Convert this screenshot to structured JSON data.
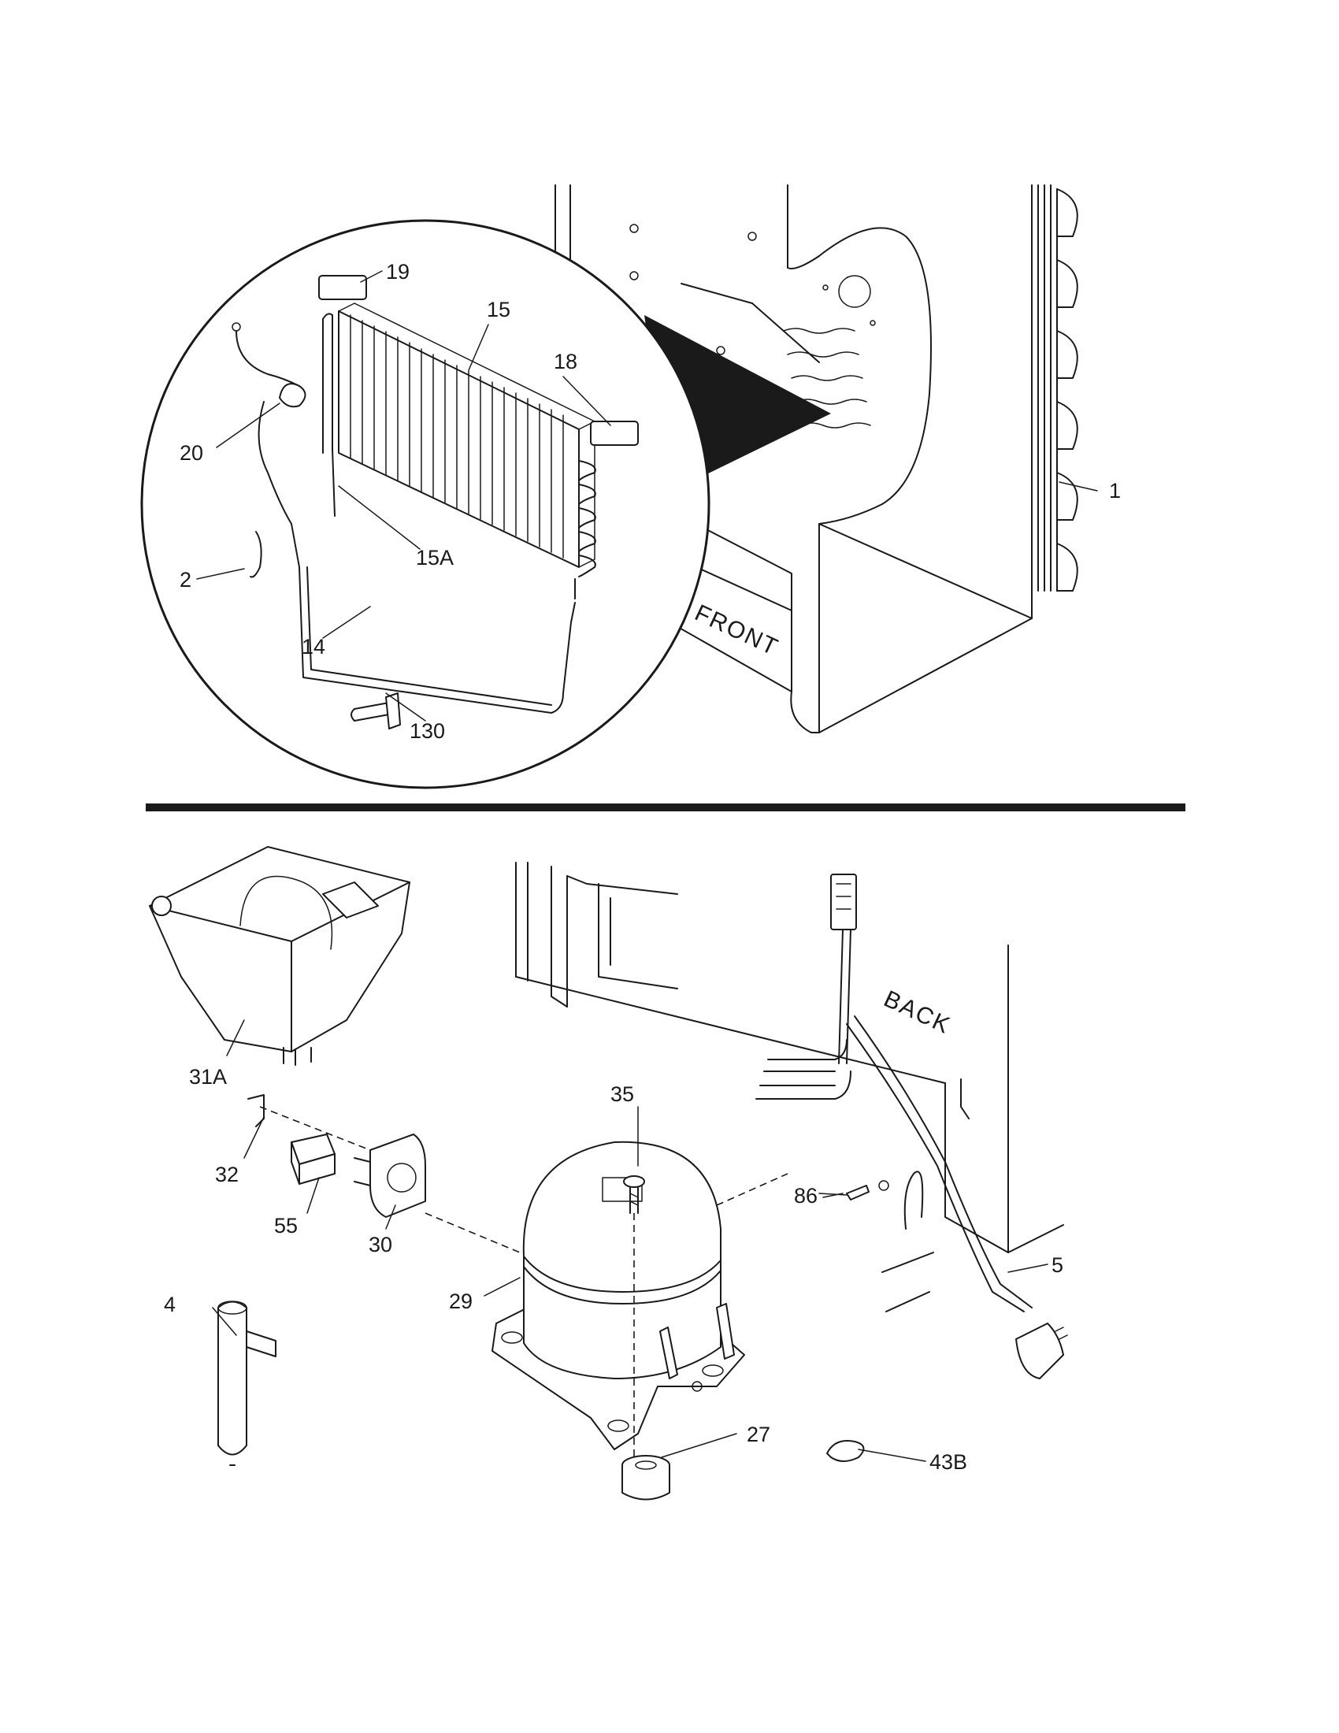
{
  "diagram": {
    "callouts": {
      "p1": "1",
      "p2": "2",
      "p4": "4",
      "p5": "5",
      "p14": "14",
      "p15": "15",
      "p15a": "15A",
      "p18": "18",
      "p19": "19",
      "p20": "20",
      "p27": "27",
      "p29": "29",
      "p30": "30",
      "p31a": "31A",
      "p32": "32",
      "p35": "35",
      "p43b": "43B",
      "p55": "55",
      "p86": "86",
      "p130": "130"
    },
    "cabinet_labels": {
      "front": "FRONT",
      "back": "BACK"
    }
  }
}
